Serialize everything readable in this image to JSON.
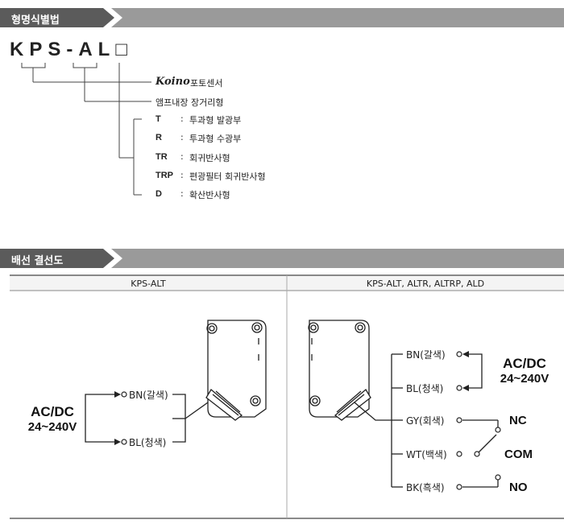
{
  "section1": {
    "title": "형명식별법"
  },
  "model_code": "KPS-AL□",
  "legend": {
    "brand": "Koino",
    "brand_suffix": "포토센서",
    "amp": "앰프내장 장거리형",
    "options": [
      {
        "code": "T",
        "desc": "투과형 발광부"
      },
      {
        "code": "R",
        "desc": "투과형 수광부"
      },
      {
        "code": "TR",
        "desc": "회귀반사형"
      },
      {
        "code": "TRP",
        "desc": "편광필터 회귀반사형"
      },
      {
        "code": "D",
        "desc": "확산반사형"
      }
    ],
    "colon": ":"
  },
  "section2": {
    "title": "배선 결선도"
  },
  "table": {
    "left_header": "KPS-ALT",
    "right_header": "KPS-ALT, ALTR, ALTRP, ALD"
  },
  "left_diagram": {
    "supply_line1": "AC/DC",
    "supply_line2": "24~240V",
    "wires": [
      "BN(갈색)",
      "BL(청색)"
    ]
  },
  "right_diagram": {
    "supply_line1": "AC/DC",
    "supply_line2": "24~240V",
    "wires": [
      "BN(갈색)",
      "BL(청색)",
      "GY(회색)",
      "WT(백색)",
      "BK(흑색)"
    ],
    "contacts": [
      "NC",
      "COM",
      "NO"
    ]
  }
}
